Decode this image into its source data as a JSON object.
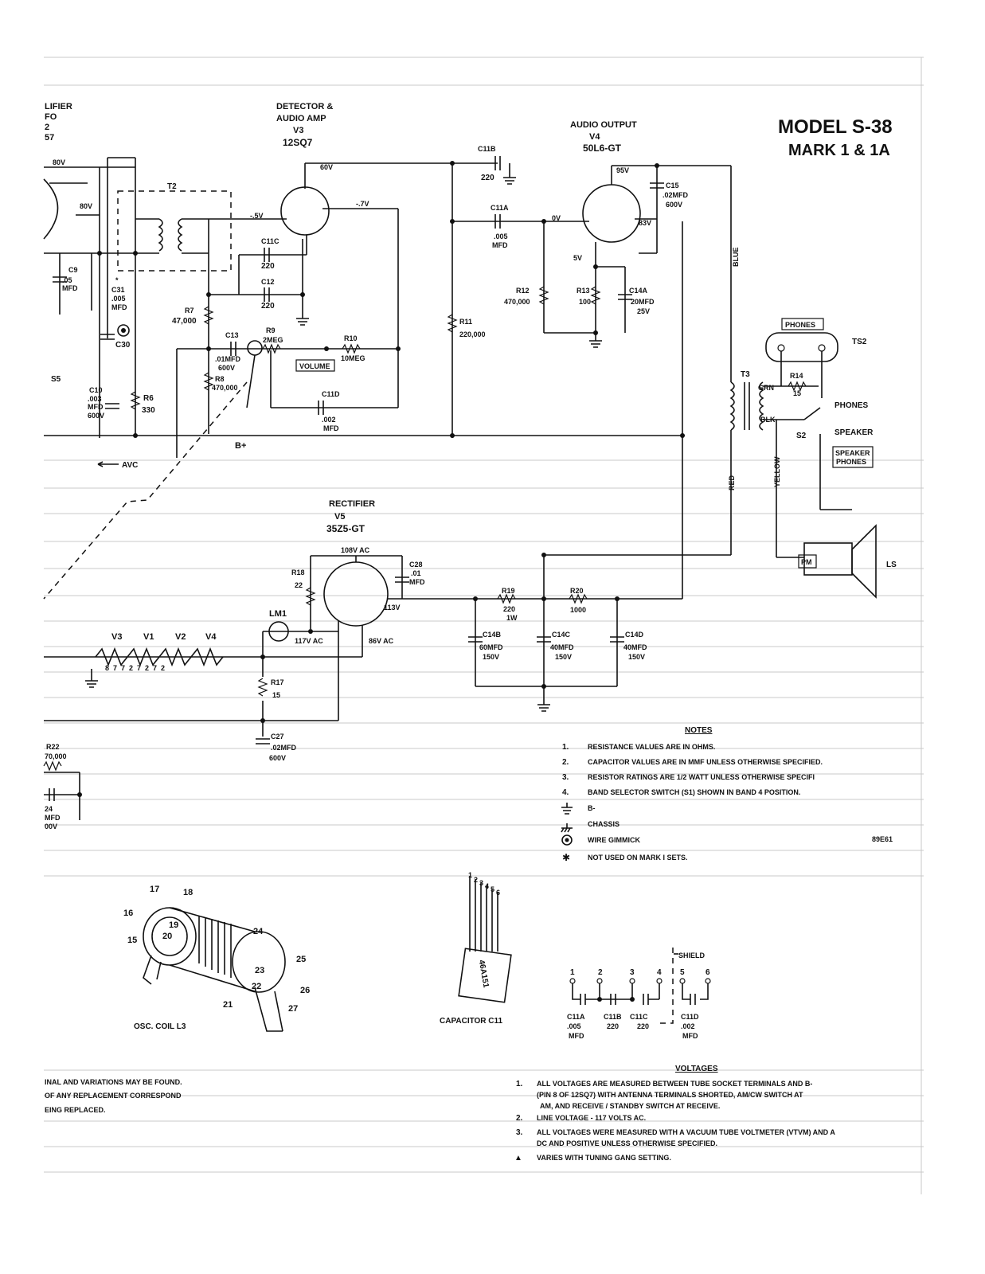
{
  "title": {
    "model": "MODEL S-38",
    "mark": "MARK 1 & 1A"
  },
  "sections": {
    "amplifier_ifo": [
      "LIFIER",
      "FO",
      "2",
      "57"
    ],
    "detector": {
      "name1": "DETECTOR &",
      "name2": "AUDIO AMP",
      "ref": "V3",
      "tube": "12SQ7"
    },
    "audio_output": {
      "name": "AUDIO OUTPUT",
      "ref": "V4",
      "tube": "50L6-GT"
    },
    "rectifier": {
      "name": "RECTIFIER",
      "ref": "V5",
      "tube": "35Z5-GT"
    }
  },
  "labels": {
    "volts_80v_a": "80V",
    "volts_80v_b": "80V",
    "volts_60v": "60V",
    "volts_95v": "95V",
    "volts_83v": "83V",
    "volts_0v": "0V",
    "volts_5v": "5V",
    "volts_m5v": "-.5V",
    "volts_m7v": "-.7V",
    "volts_108vac": "108V AC",
    "volts_113v": "113V",
    "volts_117vac": "117V AC",
    "volts_86vac": "86V AC",
    "t2": "T2",
    "t3": "T3",
    "b_plus": "B+",
    "avc": "AVC",
    "s5": "S5",
    "s2": "S2",
    "ts2": "TS2",
    "lm1": "LM1",
    "volume": "VOLUME",
    "phones_box": "PHONES",
    "phones": "PHONES",
    "speaker": "SPEAKER",
    "speaker_phones1": "SPEAKER",
    "speaker_phones2": "PHONES",
    "pm": "PM",
    "ls": "LS",
    "blue": "BLUE",
    "red": "RED",
    "yellow": "YELLOW",
    "grn": "GRN",
    "blk": "BLK",
    "heater_string": [
      "V3",
      "V1",
      "V2",
      "V4"
    ],
    "heater_pins": "8  7  7  2  7  2  7  2"
  },
  "components": {
    "c9": [
      "C9",
      ".05",
      "MFD"
    ],
    "c31": [
      "*",
      "C31",
      ".005",
      "MFD"
    ],
    "c30": "C30",
    "c10": [
      "C10",
      ".003",
      "MFD",
      "600V"
    ],
    "r6": [
      "R6",
      "330"
    ],
    "c11c": [
      "C11C",
      "220"
    ],
    "c12": [
      "C12",
      "220"
    ],
    "r7": [
      "R7",
      "47,000"
    ],
    "c13": [
      "C13",
      ".01MFD",
      "600V"
    ],
    "r8": [
      "R8",
      "470,000"
    ],
    "r9": [
      "R9",
      "2MEG"
    ],
    "r10": [
      "R10",
      "10MEG"
    ],
    "c11d": [
      "C11D",
      ".002",
      "MFD"
    ],
    "c11b": [
      "C11B",
      "220"
    ],
    "c11a": [
      "C11A",
      ".005",
      "MFD"
    ],
    "r11": [
      "R11",
      "220,000"
    ],
    "r12": [
      "R12",
      "470,000"
    ],
    "r13": [
      "R13",
      "100"
    ],
    "c14a": [
      "C14A",
      "20MFD",
      "25V"
    ],
    "c15": [
      "C15",
      ".02MFD",
      "600V"
    ],
    "r14": [
      "R14",
      "15"
    ],
    "r18": [
      "R18",
      "22"
    ],
    "c28": [
      "C28",
      ".01",
      "MFD"
    ],
    "r19": [
      "R19",
      "220",
      "1W"
    ],
    "r20": [
      "R20",
      "1000"
    ],
    "c14b": [
      "C14B",
      "60MFD",
      "150V"
    ],
    "c14c": [
      "C14C",
      "40MFD",
      "150V"
    ],
    "c14d": [
      "C14D",
      "40MFD",
      "150V"
    ],
    "r17": [
      "R17",
      "15"
    ],
    "c27": [
      "C27",
      ".02MFD",
      "600V"
    ],
    "r22": [
      "R22",
      "70,000"
    ],
    "c24": [
      "24",
      "MFD",
      "00V"
    ]
  },
  "notes": {
    "heading": "NOTES",
    "items": [
      {
        "num": "1.",
        "text": "RESISTANCE VALUES ARE IN OHMS."
      },
      {
        "num": "2.",
        "text": "CAPACITOR VALUES ARE IN MMF UNLESS OTHERWISE SPECIFIED."
      },
      {
        "num": "3.",
        "text": "RESISTOR RATINGS ARE 1/2 WATT UNLESS OTHERWISE SPECIFI"
      },
      {
        "num": "4.",
        "text": "BAND SELECTOR SWITCH (S1) SHOWN IN BAND 4 POSITION."
      }
    ],
    "legend": [
      {
        "sym": "ground-symbol",
        "text": "B-"
      },
      {
        "sym": "chassis-symbol",
        "text": "CHASSIS"
      },
      {
        "sym": "gimmick-symbol",
        "text": "WIRE GIMMICK"
      },
      {
        "sym": "asterisk",
        "text": "NOT USED ON MARK I SETS."
      }
    ],
    "code": "89E61"
  },
  "osc_coil": {
    "label": "OSC. COIL L3",
    "pins": [
      "17",
      "18",
      "16",
      "19",
      "20",
      "15",
      "24",
      "25",
      "23",
      "22",
      "26",
      "21",
      "27"
    ]
  },
  "capacitor_c11": {
    "label": "CAPACITOR C11",
    "part": "46A151",
    "leads": [
      "1",
      "2",
      "3",
      "4",
      "5",
      "6"
    ],
    "terminals": [
      "1",
      "2",
      "3",
      "4",
      "5",
      "6"
    ],
    "shield": "SHIELD",
    "values": [
      {
        "ref": "C11A",
        "value": ".005",
        "unit": "MFD"
      },
      {
        "ref": "C11B",
        "value": "220",
        "unit": ""
      },
      {
        "ref": "C11C",
        "value": "220",
        "unit": ""
      },
      {
        "ref": "C11D",
        "value": ".002",
        "unit": "MFD"
      }
    ]
  },
  "left_notes": [
    "INAL AND VARIATIONS MAY BE FOUND.",
    "OF ANY REPLACEMENT CORRESPOND",
    "EING REPLACED."
  ],
  "voltages": {
    "heading": "VOLTAGES",
    "items": [
      {
        "num": "1.",
        "lines": [
          "ALL VOLTAGES ARE MEASURED BETWEEN TUBE SOCKET TERMINALS AND B-",
          "(PIN 8 OF 12SQ7) WITH ANTENNA TERMINALS SHORTED, AM/CW SWITCH AT",
          "AM, AND RECEIVE / STANDBY SWITCH AT RECEIVE."
        ]
      },
      {
        "num": "2.",
        "lines": [
          "LINE VOLTAGE - 117 VOLTS AC."
        ]
      },
      {
        "num": "3.",
        "lines": [
          "ALL VOLTAGES WERE MEASURED WITH A VACUUM TUBE VOLTMETER (VTVM) AND A",
          "DC AND POSITIVE UNLESS OTHERWISE SPECIFIED."
        ]
      },
      {
        "num": "▲",
        "lines": [
          "VARIES WITH TUNING GANG SETTING."
        ]
      }
    ]
  }
}
